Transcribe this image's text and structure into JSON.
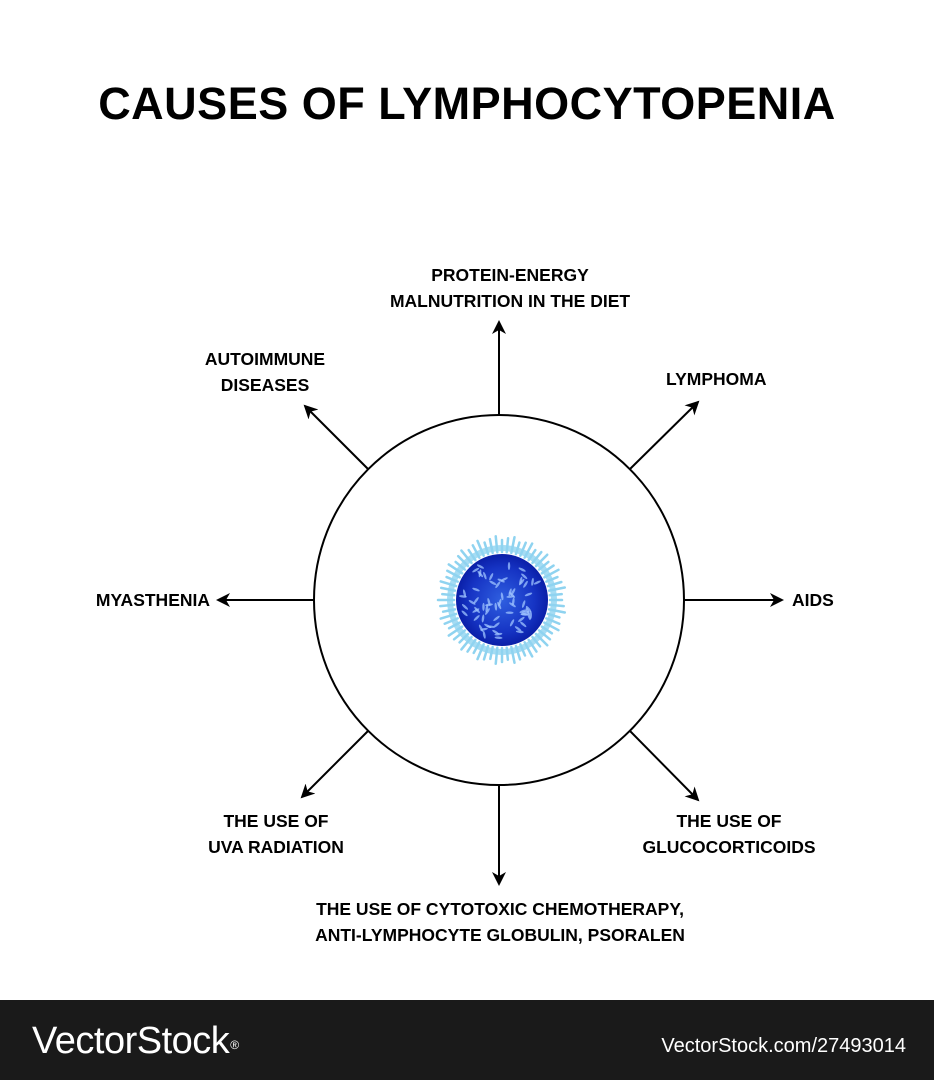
{
  "title": "CAUSES OF LYMPHOCYTOPENIA",
  "causes": {
    "top": [
      "PROTEIN-ENERGY",
      "MALNUTRITION IN THE DIET"
    ],
    "top_right": [
      "LYMPHOMA"
    ],
    "right": [
      "AIDS"
    ],
    "bottom_right": [
      "THE USE OF",
      "GLUCOCORTICOIDS"
    ],
    "bottom": [
      "THE USE OF CYTOTOXIC CHEMOTHERAPY,",
      "ANTI-LYMPHOCYTE GLOBULIN, PSORALEN"
    ],
    "bottom_left": [
      "THE USE OF",
      "UVA RADIATION"
    ],
    "left": [
      "MYASTHENIA"
    ],
    "top_left": [
      "AUTOIMMUNE",
      "DISEASES"
    ]
  },
  "colors": {
    "text": "#000000",
    "cell_nucleus_dark": "#0a1fa8",
    "cell_nucleus_mid": "#2f5fe0",
    "cell_membrane": "#8fd3f0",
    "footer_bg": "#1a1a1a",
    "footer_text": "#ffffff"
  },
  "footer": {
    "brand": "VectorStock",
    "registered_mark": "®",
    "image_id": "VectorStock.com/27493014"
  }
}
